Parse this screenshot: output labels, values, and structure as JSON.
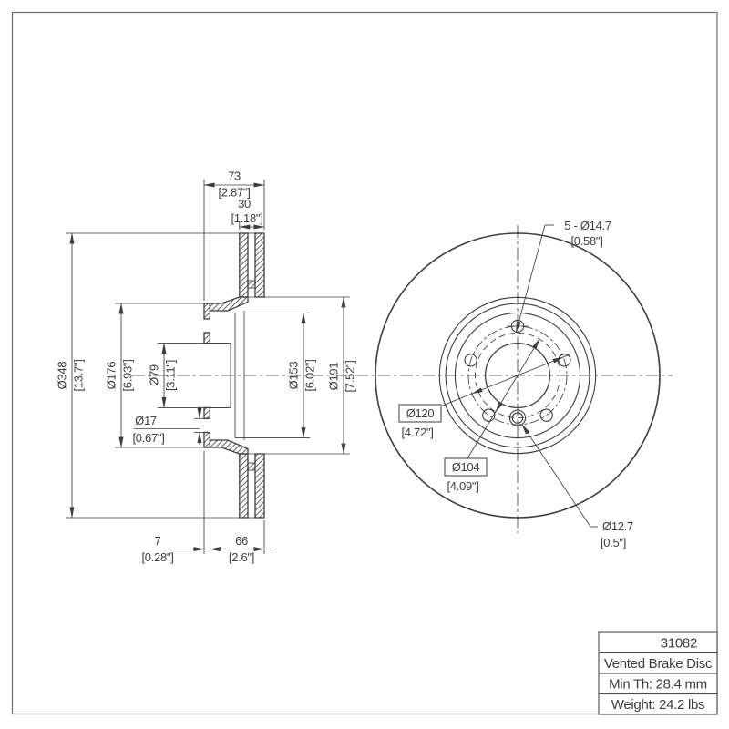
{
  "title_block": {
    "part_number": "31082",
    "description": "Vented Brake Disc",
    "min_thickness": "Min Th: 28.4 mm",
    "weight": "Weight: 24.2 lbs"
  },
  "section_view": {
    "dim_total_width": {
      "mm": "73",
      "in": "[2.87\"]"
    },
    "dim_disc_thickness": {
      "mm": "30",
      "in": "[1.18\"]"
    },
    "dim_outer_dia": {
      "mm": "Ø348",
      "in": "[13.7\"]"
    },
    "dim_hat_dia": {
      "mm": "Ø176",
      "in": "[6.93\"]"
    },
    "dim_center_bore": {
      "mm": "Ø79",
      "in": "[3.11\"]"
    },
    "dim_bolt_hole": {
      "mm": "Ø17",
      "in": "[0.67\"]"
    },
    "dim_recess_dia": {
      "mm": "Ø153",
      "in": "[6.02\"]"
    },
    "dim_brake_inner": {
      "mm": "Ø191",
      "in": "[7.52\"]"
    },
    "dim_face_offset": {
      "mm": "7",
      "in": "[0.28\"]"
    },
    "dim_hat_depth": {
      "mm": "66",
      "in": "[2.6\"]"
    }
  },
  "front_view": {
    "dim_bolt_holes": {
      "mm": "5 - Ø14.7",
      "in": "[0.58\"]"
    },
    "dim_bolt_circle": {
      "mm": "Ø120",
      "in": "[4.72\"]"
    },
    "dim_locating_circle": {
      "mm": "Ø104",
      "in": "[4.09\"]"
    },
    "dim_set_screw_hole": {
      "mm": "Ø12.7",
      "in": "[0.5\"]"
    }
  },
  "colors": {
    "line": "#3d3d3d",
    "text": "#3d3d3d",
    "page_border": "#6f6f6f",
    "background": "#ffffff"
  }
}
